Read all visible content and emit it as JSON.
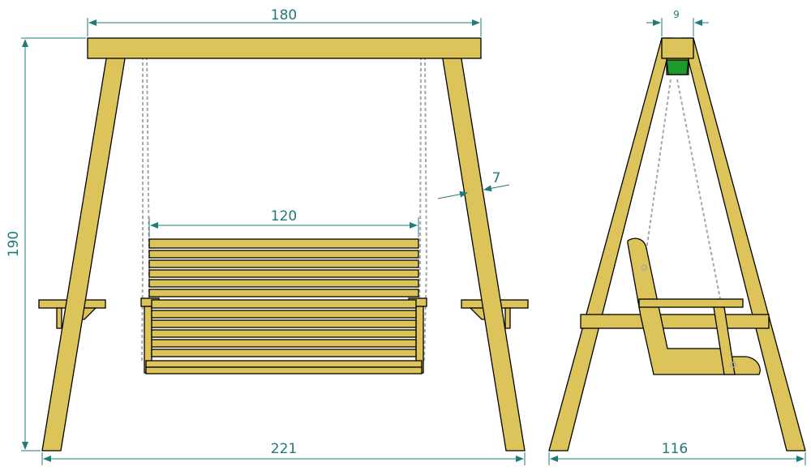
{
  "colors": {
    "wood": "#dcc35a",
    "wood_dark": "#c9ac3c",
    "dimension": "#1f7a78",
    "chain": "#a8a8a8",
    "outline": "#000000",
    "pivot_block": "#1e9a2a"
  },
  "front_view": {
    "top_beam_width": "180",
    "overall_width": "221",
    "height": "190",
    "seat_width": "120",
    "leg_thickness": "7"
  },
  "side_view": {
    "beam_depth": "9",
    "base_width": "116"
  }
}
